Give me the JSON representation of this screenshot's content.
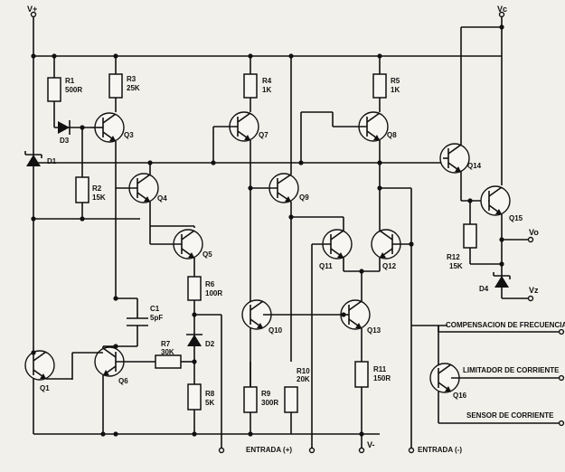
{
  "power": {
    "vplus": "V+",
    "vc": "Vc",
    "vminus": "V-"
  },
  "resistors": [
    {
      "ref": "R1",
      "value": "500R"
    },
    {
      "ref": "R2",
      "value": "15K"
    },
    {
      "ref": "R3",
      "value": "25K"
    },
    {
      "ref": "R4",
      "value": "1K"
    },
    {
      "ref": "R5",
      "value": "1K"
    },
    {
      "ref": "R6",
      "value": "100R"
    },
    {
      "ref": "R7",
      "value": "30K"
    },
    {
      "ref": "R8",
      "value": "5K"
    },
    {
      "ref": "R9",
      "value": "300R"
    },
    {
      "ref": "R10",
      "value": "20K"
    },
    {
      "ref": "R11",
      "value": "150R"
    },
    {
      "ref": "R12",
      "value": "15K"
    }
  ],
  "capacitor": {
    "ref": "C1",
    "value": "5pF"
  },
  "diodes": {
    "d1": "D1",
    "d2": "D2",
    "d3": "D3",
    "d4": "D4"
  },
  "transistors": {
    "q1": "Q1",
    "q3": "Q3",
    "q4": "Q4",
    "q5": "Q5",
    "q6": "Q6",
    "q7": "Q7",
    "q8": "Q8",
    "q9": "Q9",
    "q10": "Q10",
    "q11": "Q11",
    "q12": "Q12",
    "q13": "Q13",
    "q14": "Q14",
    "q15": "Q15",
    "q16": "Q16"
  },
  "outputs": {
    "vo": "Vo",
    "vz": "Vz"
  },
  "inputs": {
    "plus": "ENTRADA (+)",
    "minus": "ENTRADA (-)"
  },
  "terminals": {
    "compensation": "COMPENSACION DE FRECUENCIA",
    "limiter": "LIMITADOR DE CORRIENTE",
    "sensor": "SENSOR DE CORRIENTE"
  }
}
